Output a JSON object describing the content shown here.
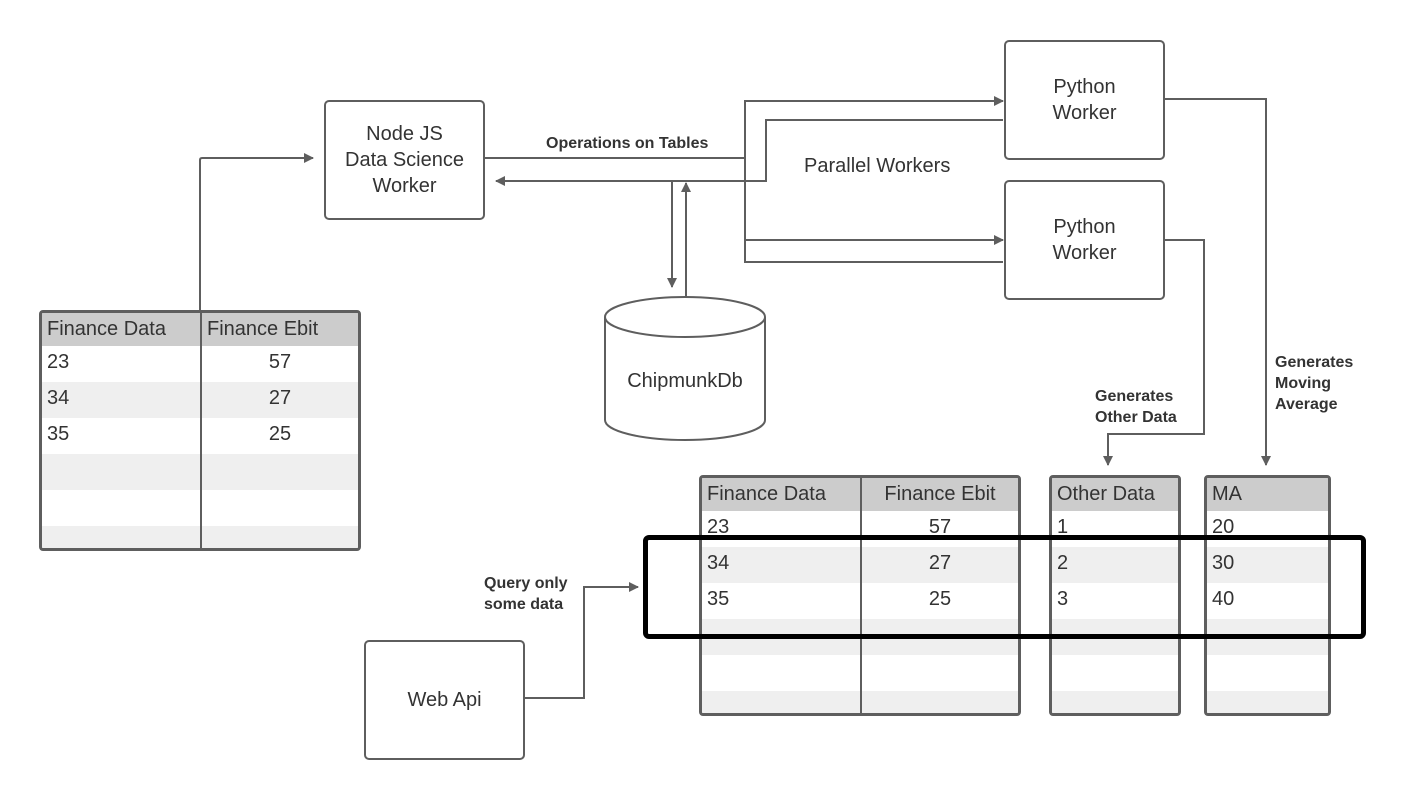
{
  "nodes": {
    "node_worker": "Node JS\nData Science\nWorker",
    "python_worker_1": "Python\nWorker",
    "python_worker_2": "Python\nWorker",
    "chipmunk_db": "ChipmunkDb",
    "web_api": "Web Api"
  },
  "labels": {
    "operations": "Operations on Tables",
    "parallel": "Parallel Workers",
    "generates_other": "Generates\nOther Data",
    "generates_ma": "Generates\nMoving\nAverage",
    "query": "Query only\nsome data"
  },
  "left_table": {
    "headers": [
      "Finance Data",
      "Finance Ebit"
    ],
    "rows": [
      [
        "23",
        "57"
      ],
      [
        "34",
        "27"
      ],
      [
        "35",
        "25"
      ],
      [
        "",
        ""
      ],
      [
        "",
        ""
      ],
      [
        "",
        ""
      ]
    ]
  },
  "finance_table": {
    "headers": [
      "Finance Data",
      "Finance Ebit"
    ],
    "rows": [
      [
        "23",
        "57"
      ],
      [
        "34",
        "27"
      ],
      [
        "35",
        "25"
      ],
      [
        "",
        ""
      ],
      [
        "",
        ""
      ],
      [
        "",
        ""
      ]
    ]
  },
  "other_table": {
    "header": "Other Data",
    "rows": [
      "1",
      "2",
      "3",
      "",
      "",
      ""
    ]
  },
  "ma_table": {
    "header": "MA",
    "rows": [
      "20",
      "30",
      "40",
      "",
      "",
      ""
    ]
  },
  "colors": {
    "line": "#5e5e5e",
    "header_fill": "#cccccc",
    "stripe": "#efefef",
    "highlight": "#000000"
  }
}
